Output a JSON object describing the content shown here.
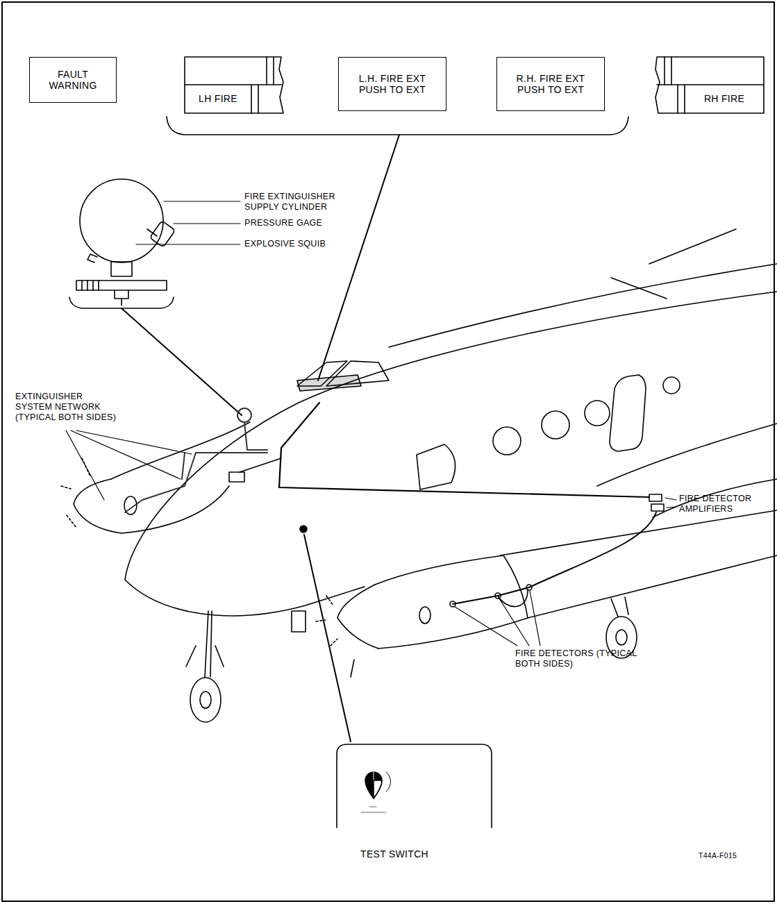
{
  "diagram": {
    "nodes": [
      {
        "text": [
          "FAULT WARNING"
        ]
      },
      {
        "text": [
          "LH FIRE"
        ]
      },
      {
        "text": [
          "L.H. FIRE EXT PUSH TO EXT"
        ]
      },
      {
        "text": [
          "R.H. FIRE EXT PUSH TO EXT"
        ]
      },
      {
        "text": [
          "RH FIRE"
        ]
      }
    ],
    "labels": [
      "FIRE EXTINGUISHER SUPPLY CYLINDER",
      "PRESSURE GAGE",
      "EXPLOSIVE SQUIB",
      "EXTINGUISHER SYSTEM NETWORK (TYPICAL BOTH SIDES)",
      "FIRE DETECTOR AMPLIFIERS",
      "FIRE DETECTORS (TYPICAL BOTH SIDES)",
      "TEST SWITCH",
      "T44A-F015"
    ]
  }
}
